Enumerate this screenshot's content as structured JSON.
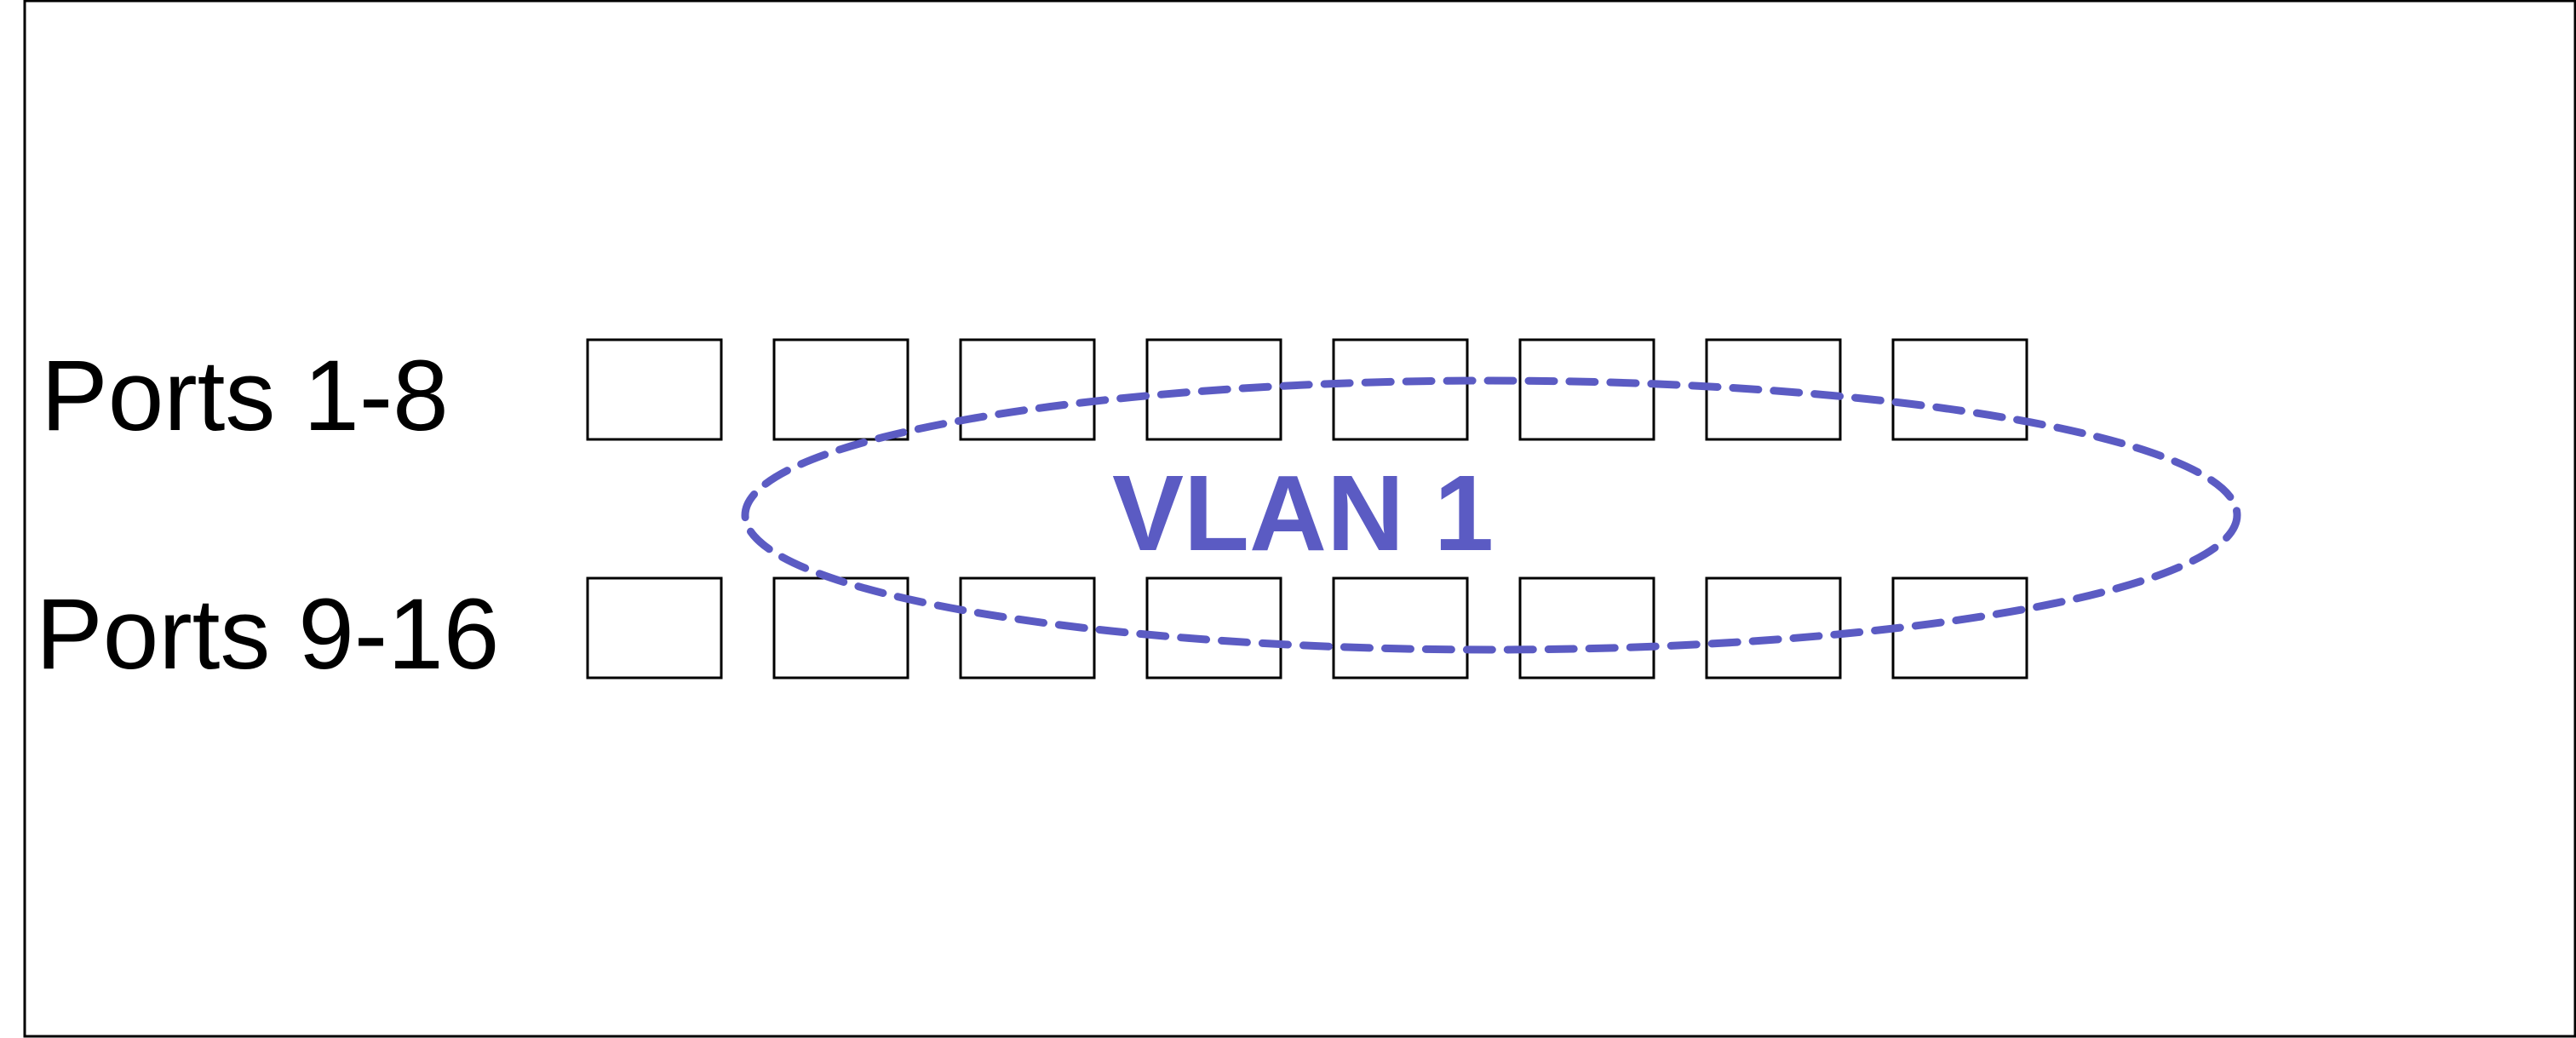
{
  "diagram": {
    "rows": [
      {
        "label": "Ports 1-8",
        "port_count": 8
      },
      {
        "label": "Ports 9-16",
        "port_count": 8
      }
    ],
    "vlan": {
      "label": "VLAN 1",
      "color": "#5B5BC3"
    },
    "colors": {
      "border": "#000000",
      "port_stroke": "#000000",
      "port_fill": "#ffffff",
      "label_text": "#000000"
    }
  }
}
